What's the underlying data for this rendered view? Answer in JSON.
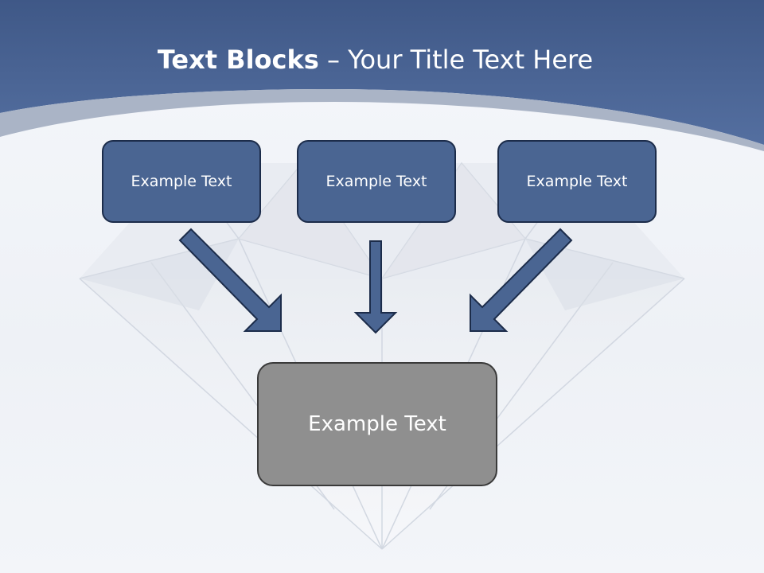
{
  "title": {
    "bold_part": "Text Blocks",
    "separator": " – ",
    "rest": "Your Title Text Here"
  },
  "blocks": {
    "top_left": "Example Text",
    "top_center": "Example Text",
    "top_right": "Example Text",
    "bottom": "Example Text"
  },
  "colors": {
    "banner": "#4a6592",
    "box_fill": "#4a6592",
    "box_border": "#1c2c4a",
    "bottom_fill": "#8f8f8f"
  }
}
